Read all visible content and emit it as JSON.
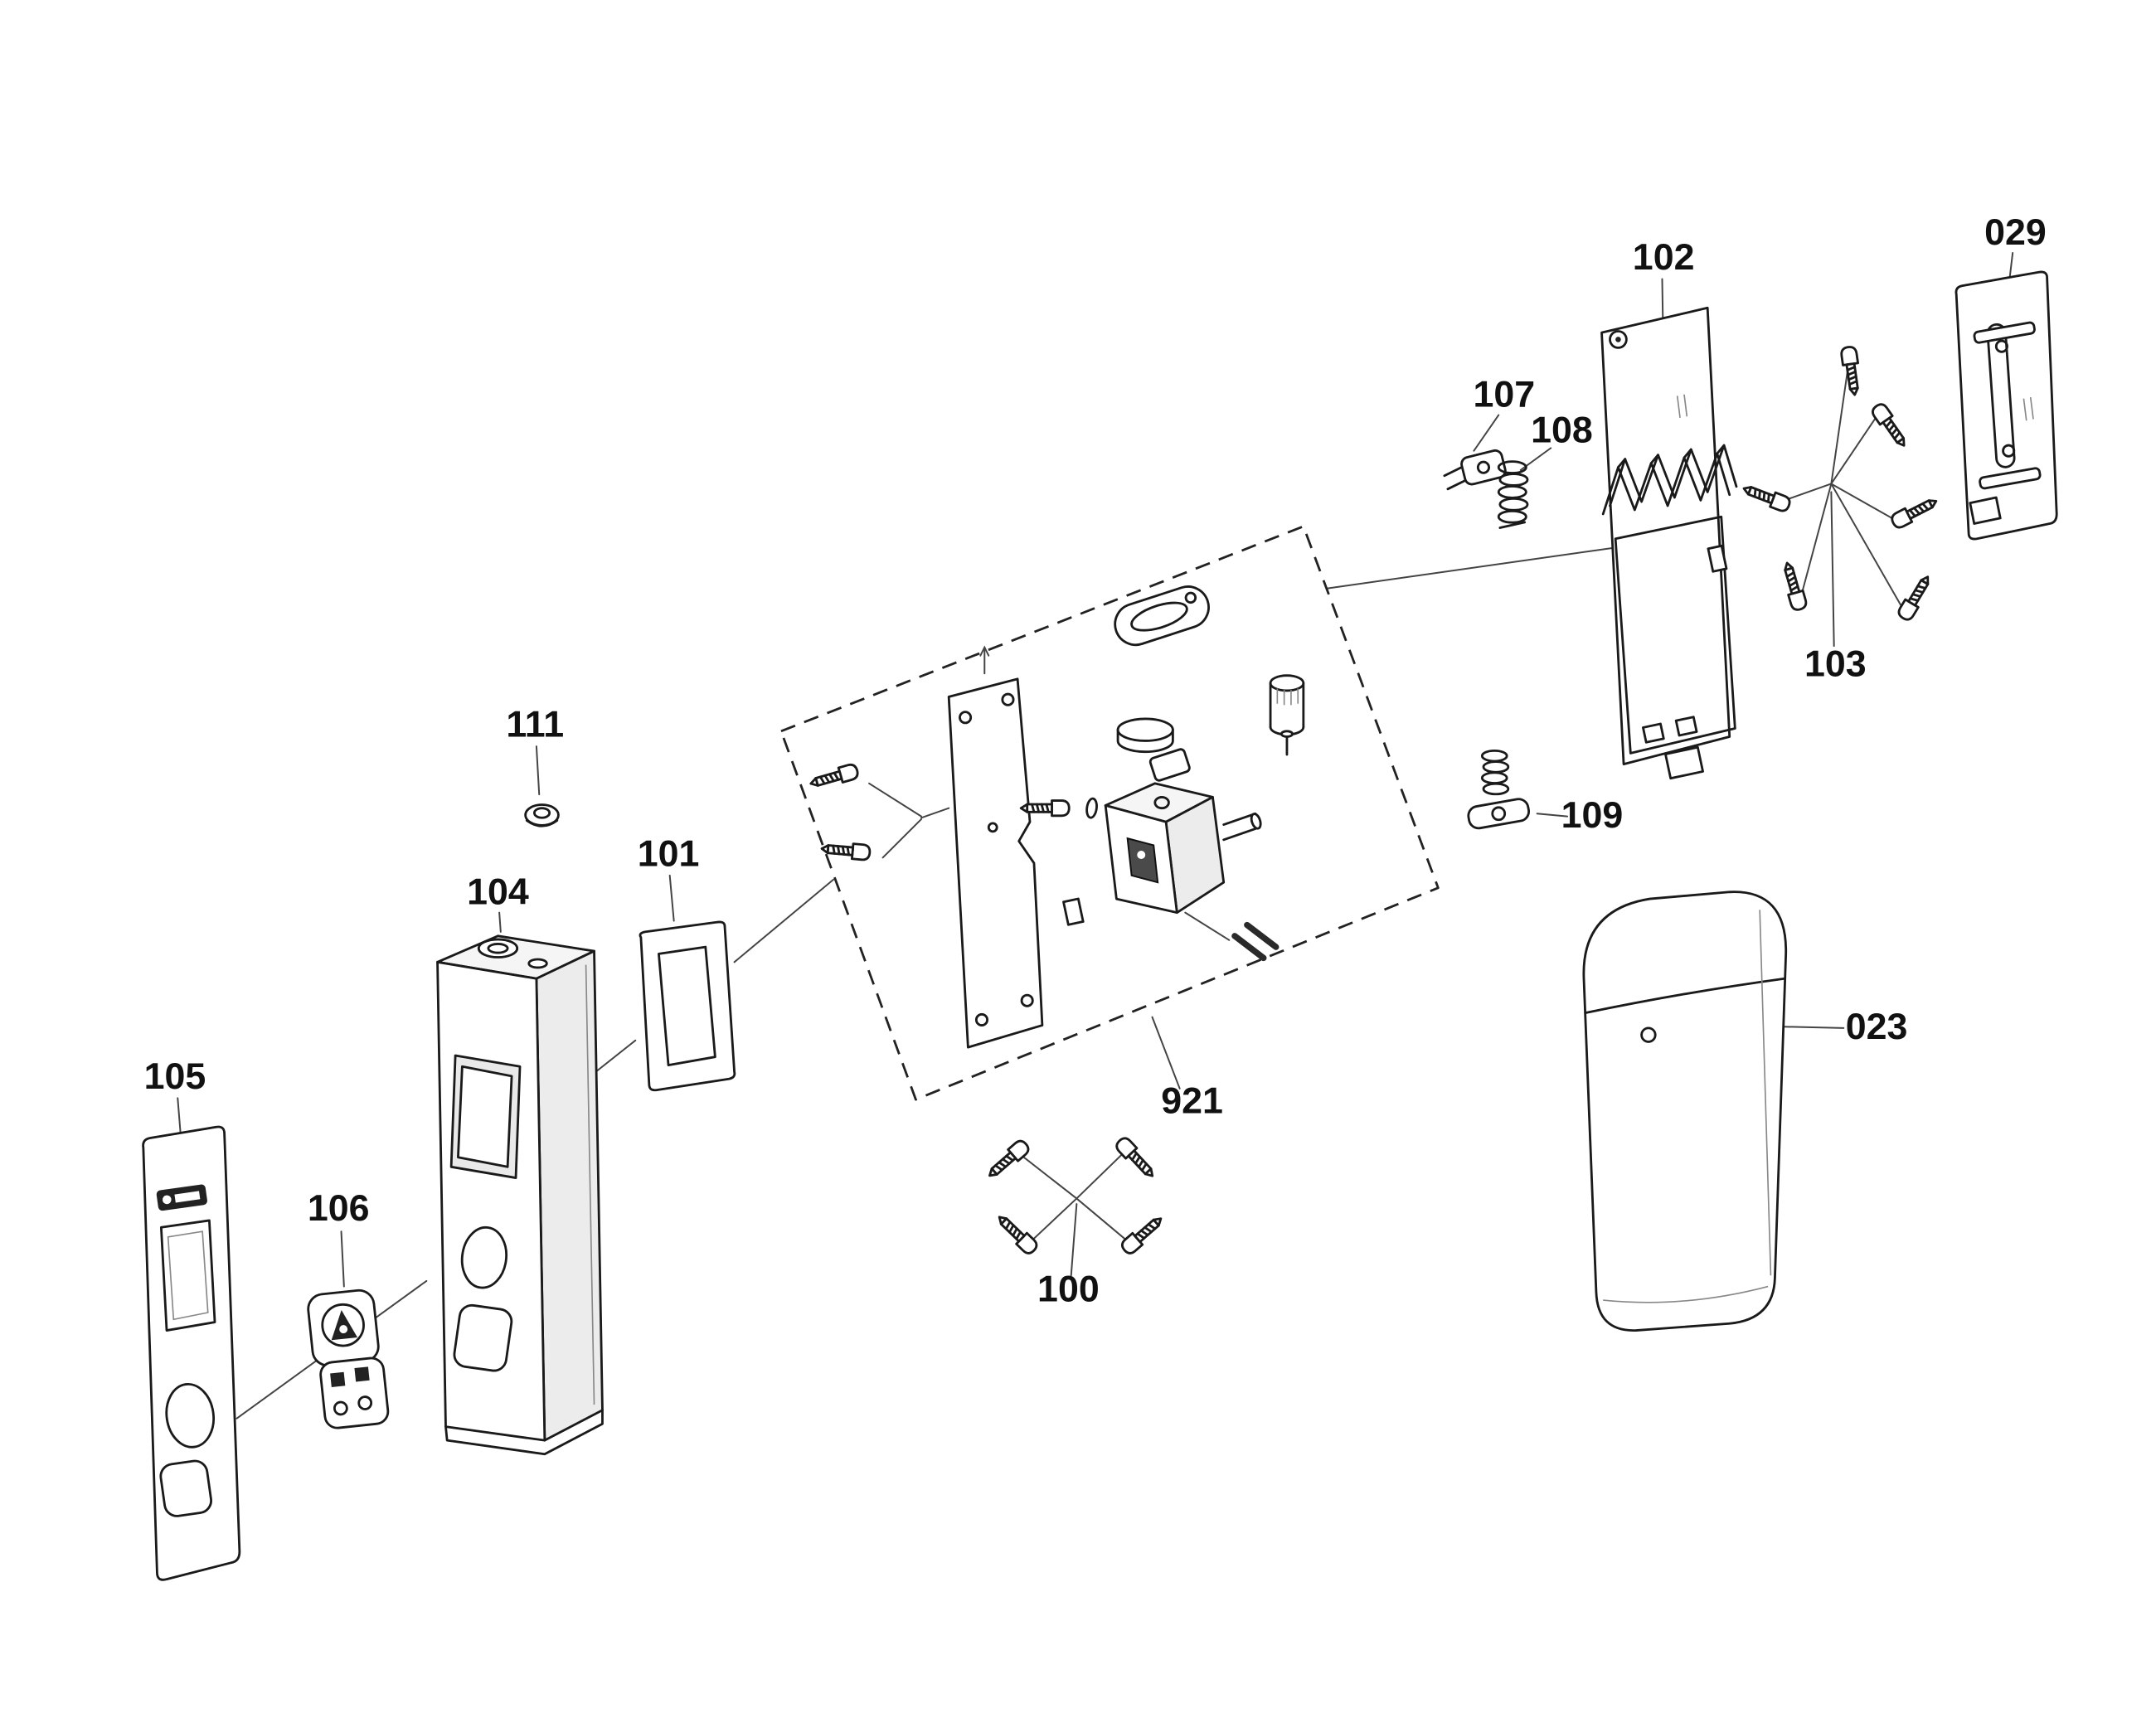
{
  "diagram": {
    "type": "exploded-parts-diagram",
    "colors": {
      "background": "#ffffff",
      "line": "#1a1a1a",
      "shade": "#ececec"
    },
    "labels": [
      {
        "text": "105"
      },
      {
        "text": "106"
      },
      {
        "text": "104"
      },
      {
        "text": "111"
      },
      {
        "text": "101"
      },
      {
        "text": "921"
      },
      {
        "text": "100"
      },
      {
        "text": "107"
      },
      {
        "text": "108"
      },
      {
        "text": "102"
      },
      {
        "text": "103"
      },
      {
        "text": "109"
      },
      {
        "text": "029"
      },
      {
        "text": "023"
      }
    ]
  }
}
